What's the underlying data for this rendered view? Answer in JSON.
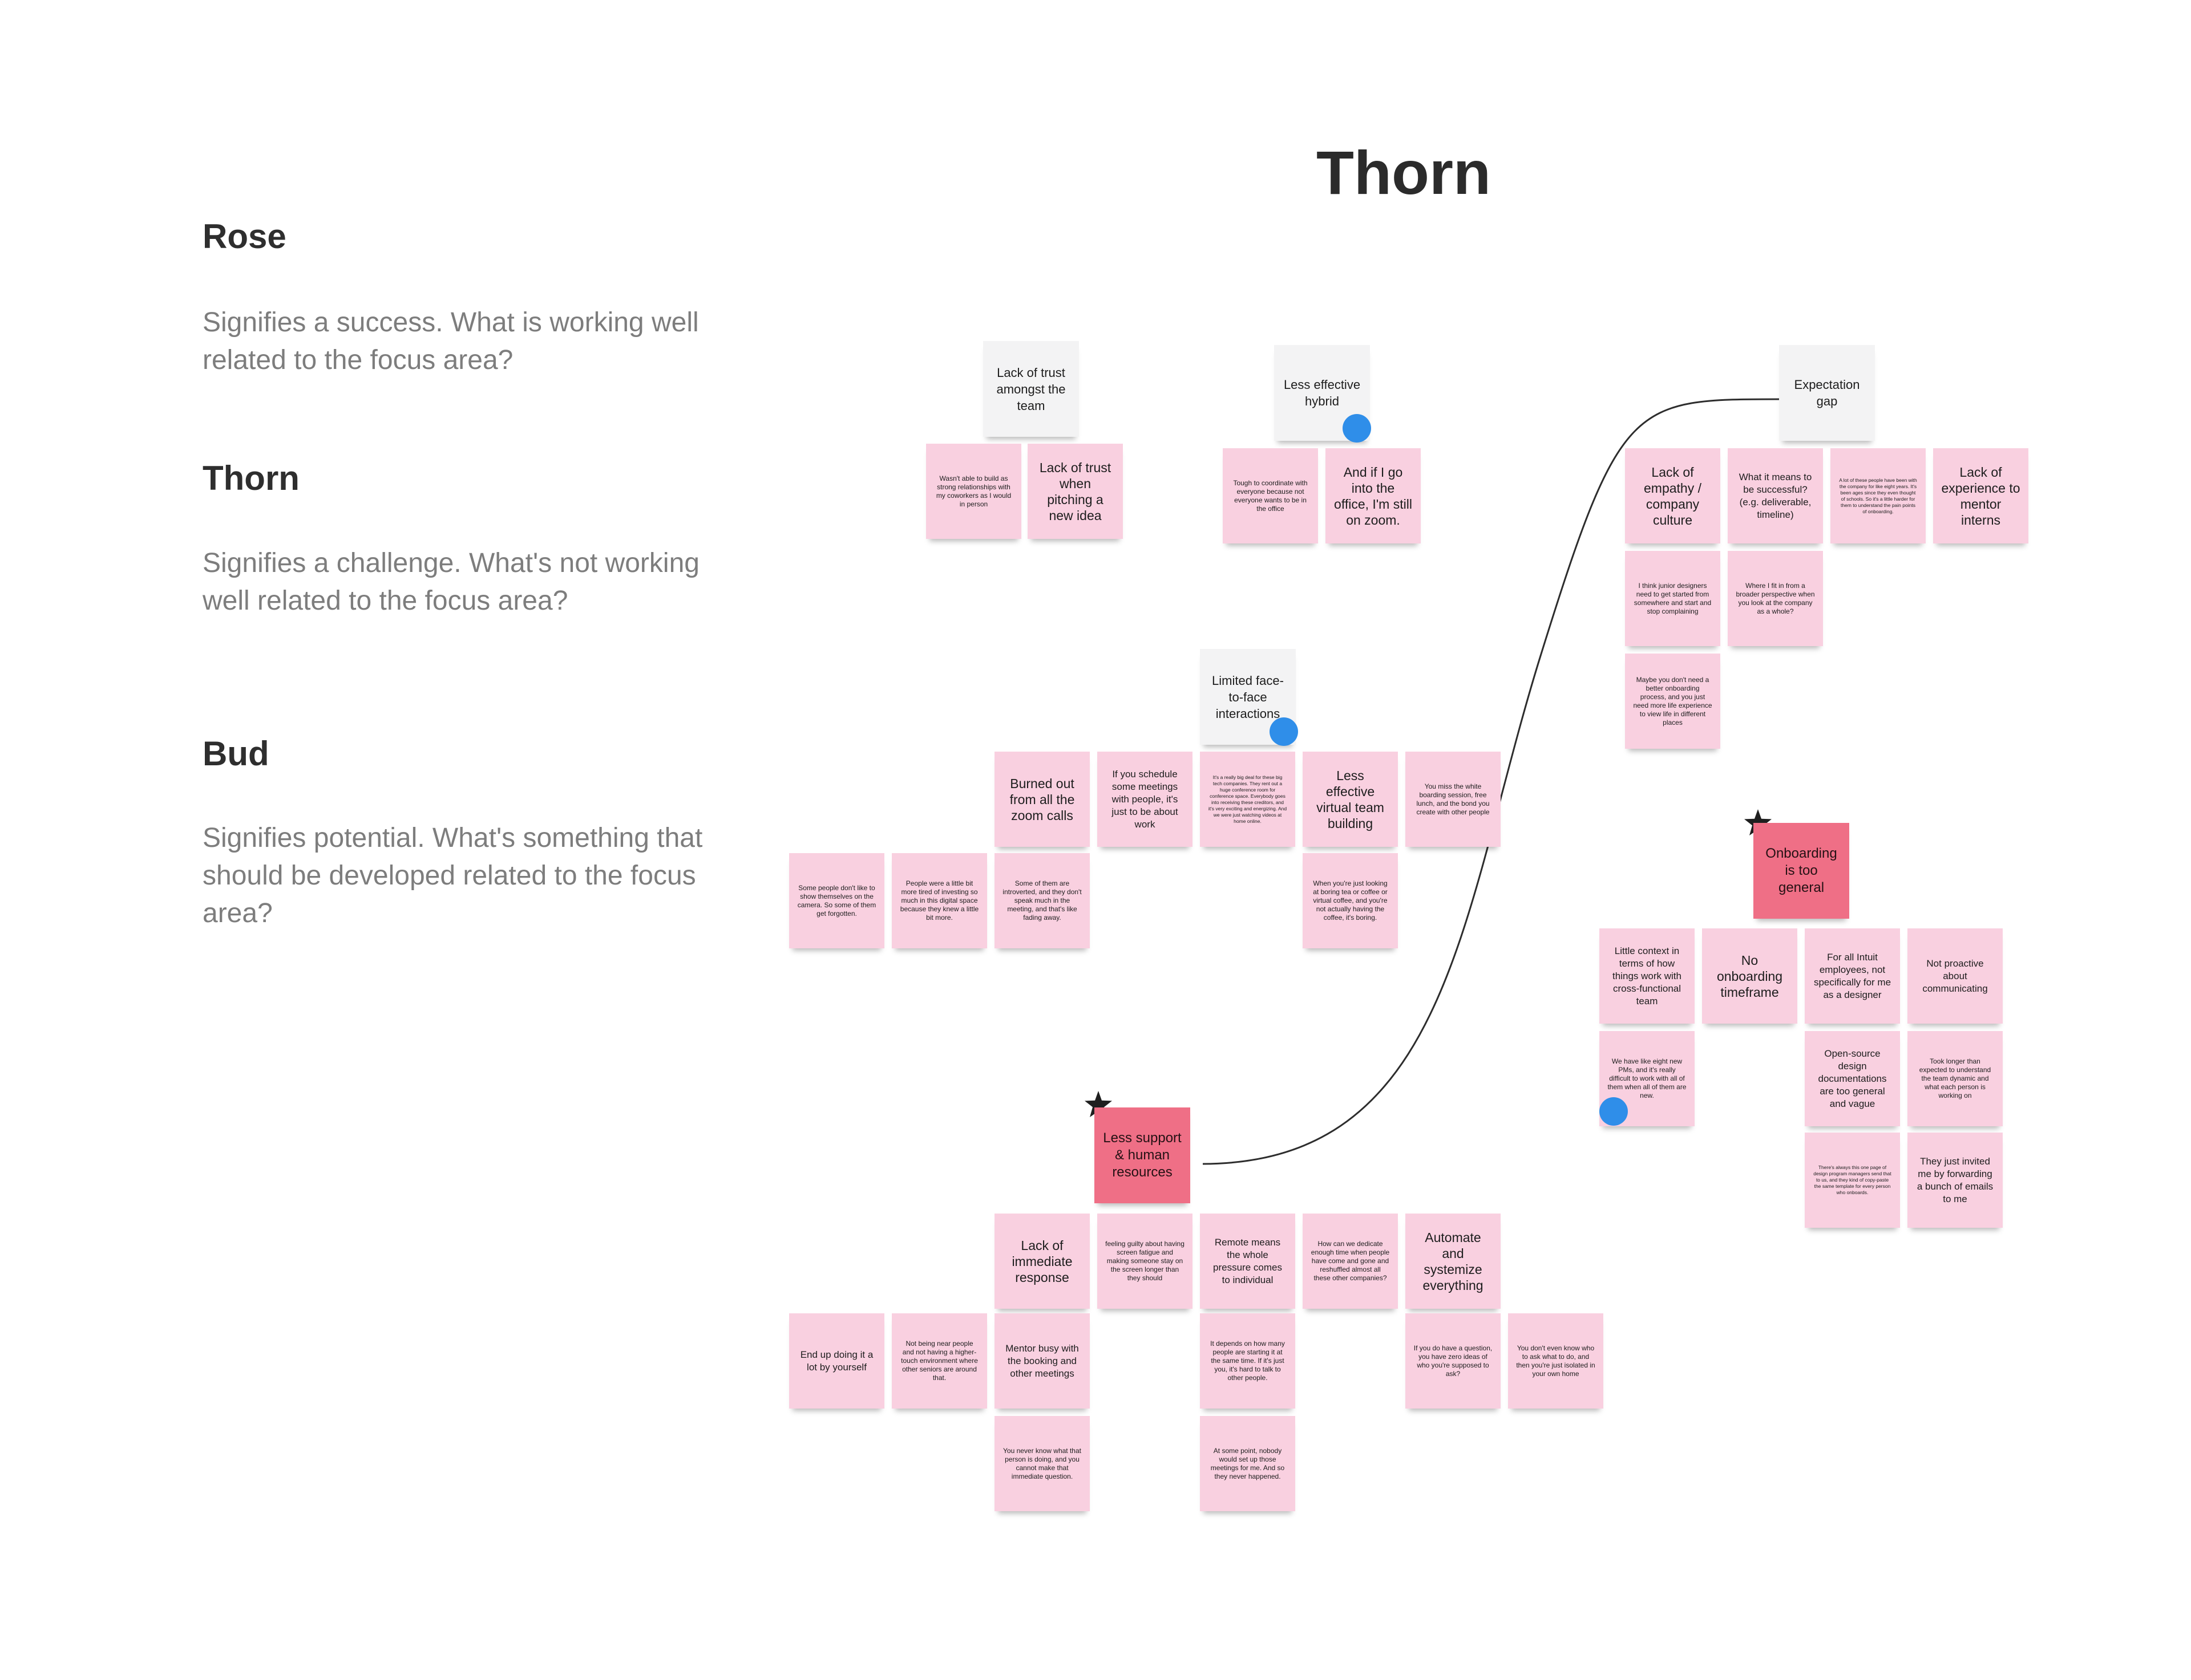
{
  "board": {
    "title": "Thorn"
  },
  "legend": {
    "rose": {
      "title": "Rose",
      "description": "Signifies a success. What is working well related to the focus area?"
    },
    "thorn": {
      "title": "Thorn",
      "description": "Signifies a challenge. What's not working well related to the focus area?"
    },
    "bud": {
      "title": "Bud",
      "description": "Signifies potential. What's something that should be developed related to the focus area?"
    }
  },
  "clusters": {
    "trust": {
      "header": "Lack of trust amongst the team",
      "notes": [
        "Wasn't able to build as strong relationships with my coworkers as I would in person",
        "Lack of trust when pitching a new idea"
      ]
    },
    "hybrid": {
      "header": "Less effective hybrid",
      "notes": [
        "Tough to coordinate with everyone because not everyone wants to be in the office",
        "And if I go into the office, I'm still on zoom."
      ]
    },
    "expectation": {
      "header": "Expectation gap",
      "notes": [
        "Lack of empathy / company culture",
        "What it means to be successful? (e.g. deliverable, timeline)",
        "A lot of these people have been with the company for like eight years. It's been ages since they even thought of schools. So it's a little harder for them to understand the pain points of onboarding.",
        "Lack of experience to mentor interns",
        "I think junior designers need to get started from somewhere and start and stop complaining",
        "Where I fit in from a broader perspective when you look at the company as a whole?",
        "Maybe you don't need a better onboarding process, and you just need more life experience to view life in different places"
      ]
    },
    "facetoface": {
      "header": "Limited face-to-face interactions",
      "notes": [
        "Burned out from all the zoom calls",
        "If you schedule some meetings with people, it's just to be about work",
        "It's a really big deal for these big tech companies. They rent out a huge conference room for conference space. Everybody goes into receiving these creditors, and it's very exciting and energizing. And we were just watching videos at home online.",
        "Less effective virtual team building",
        "You miss the white boarding session, free lunch, and the bond you create with other people",
        "Some people don't like to show themselves on the camera. So some of them get forgotten.",
        "People were a little bit more tired of investing so much in this digital space because they knew a little bit more.",
        "Some of them are introverted, and they don't speak much in the meeting, and that's like fading away.",
        "When you're just looking at boring tea or coffee or virtual coffee, and you're not actually having the coffee, it's boring."
      ]
    },
    "onboarding": {
      "header": "Onboarding is too general",
      "notes": [
        "Little context in terms of how things work with cross-functional team",
        "No onboarding timeframe",
        "For all Intuit employees, not specifically for me as a designer",
        "Not proactive about communicating",
        "We have like eight new PMs, and it's really difficult to work with all of them when all of them are new.",
        "Open-source design documentations are too general and vague",
        "Took longer than expected to understand the team dynamic and what each person is working on",
        "There's always this one page of design program managers send that to us, and they kind of copy-paste the same template for every person who onboards.",
        "They just invited me by forwarding a bunch of emails to me"
      ]
    },
    "support": {
      "header": "Less support & human resources",
      "notes": [
        "Lack of immediate response",
        "feeling guilty about having screen fatigue and making someone stay on the screen longer than they should",
        "Remote means the whole pressure comes to individual",
        "How can we dedicate enough time when people have come and gone and reshuffled almost all these other companies?",
        "Automate and systemize everything",
        "End up doing it a lot by yourself",
        "Not being near people and not having a higher-touch environment where other seniors are around that.",
        "Mentor busy with the booking and other meetings",
        "It depends on how many people are starting it at the same time. If it's just you, it's hard to talk to other people.",
        "If you do have a question, you have zero ideas of who you're supposed to ask?",
        "You don't even know who to ask what to do, and then you're just isolated in your own home",
        "You never know what that person is doing, and you cannot make that immediate question.",
        "At some point, nobody would set up those meetings for me. And so they never happened."
      ]
    }
  },
  "colors": {
    "sticky_pink": "#f9d0e0",
    "sticky_grey": "#f3f3f4",
    "sticky_red": "#ef6f86",
    "vote_dot": "#2f8ee9",
    "heading_text": "#2b2b2b",
    "body_text": "#7d7d7d"
  },
  "icons": [
    "star-icon",
    "vote-dot"
  ]
}
